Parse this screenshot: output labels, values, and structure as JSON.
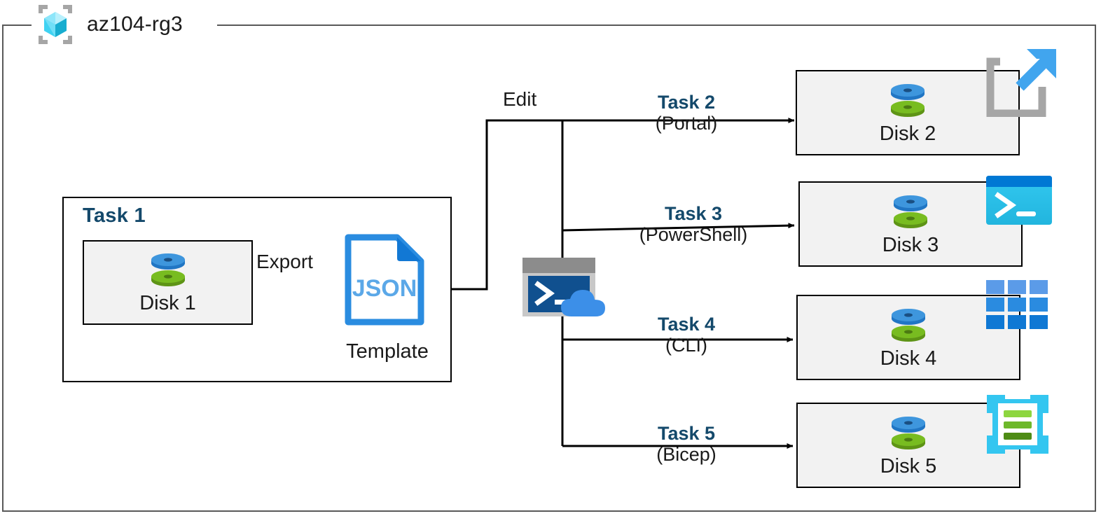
{
  "diagram": {
    "title": "Azure disk deployment task flow",
    "resource_group": {
      "name": "az104-rg3",
      "icon": "resource-group-cube-icon"
    },
    "colors": {
      "task_label_blue": "#14496B",
      "box_fill": "#F2F2F2",
      "box_border": "#000000",
      "frame_border": "#595959",
      "disk_top_blue": "#2E8FD8",
      "disk_bottom_green": "#76BC21",
      "json_blue": "#2A8CE0",
      "portal_blue": "#41A5EE",
      "portal_gray": "#A6A6A6",
      "powershell_cyan": "#2BC3E8",
      "powershell_titlebar": "#0078D4",
      "cli_blue": "#1B8BE0",
      "bicep_cyan": "#34C6F0",
      "bicep_green": "#76BC21",
      "cloudshell_terminal": "#10508F",
      "cloudshell_cloud": "#3C8FE8",
      "cloudshell_frame": "#9A9A9A"
    },
    "task1": {
      "label": "Task 1",
      "source_disk": {
        "label": "Disk 1",
        "icon": "disk-icon"
      },
      "export_label": "Export",
      "template": {
        "icon": "json-file-icon",
        "icon_text": "JSON",
        "caption": "Template"
      }
    },
    "edit": {
      "label": "Edit",
      "icon": "cloud-shell-icon"
    },
    "branches": [
      {
        "id": "task2",
        "title": "Task 2",
        "subtitle": "(Portal)",
        "disk_label": "Disk 2",
        "tech_icon": "portal-icon",
        "disk_icon": "disk-icon"
      },
      {
        "id": "task3",
        "title": "Task 3",
        "subtitle": "(PowerShell)",
        "disk_label": "Disk 3",
        "tech_icon": "powershell-icon",
        "disk_icon": "disk-icon"
      },
      {
        "id": "task4",
        "title": "Task 4",
        "subtitle": "(CLI)",
        "disk_label": "Disk 4",
        "tech_icon": "cli-grid-icon",
        "disk_icon": "disk-icon"
      },
      {
        "id": "task5",
        "title": "Task 5",
        "subtitle": "(Bicep)",
        "disk_label": "Disk 5",
        "tech_icon": "bicep-icon",
        "disk_icon": "disk-icon"
      }
    ]
  }
}
